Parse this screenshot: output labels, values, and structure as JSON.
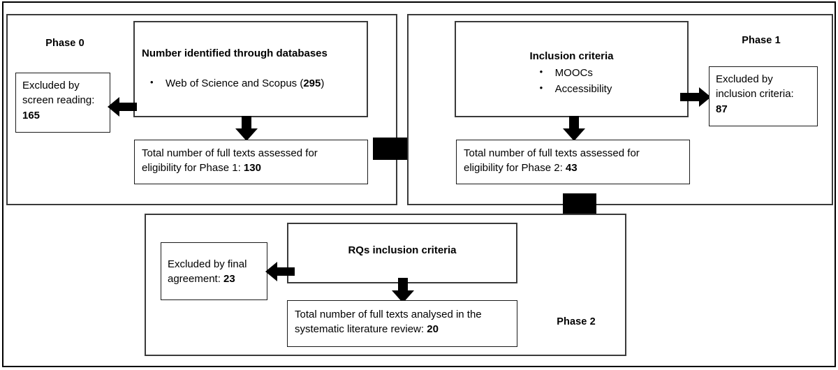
{
  "diagram": {
    "title": "Systematic literature review selection flow",
    "type": "flowchart",
    "stroke_color": "#000000",
    "box_border_color": "#3a3a3a",
    "background": "#ffffff"
  },
  "phases": {
    "phase0": {
      "label": "Phase 0",
      "identified_box": {
        "title": "Number identified through databases",
        "bullets": [
          {
            "text": "Web of Science and Scopus (",
            "count": "295",
            "suffix": ")"
          }
        ]
      },
      "excluded_box": {
        "line1": "Excluded by",
        "line2": "screen reading:",
        "count": "165"
      },
      "total_box": {
        "line1": "Total number of full texts assessed for",
        "line2_prefix": "eligibility for Phase 1: ",
        "count": "130"
      }
    },
    "phase1": {
      "label": "Phase 1",
      "criteria_box": {
        "title": "Inclusion criteria",
        "bullets": [
          "MOOCs",
          "Accessibility"
        ]
      },
      "excluded_box": {
        "line1": "Excluded by",
        "line2": "inclusion criteria:",
        "count": "87"
      },
      "total_box": {
        "line1": "Total number of full texts assessed for",
        "line2_prefix": "eligibility for Phase 2: ",
        "count": "43"
      }
    },
    "phase2": {
      "label": "Phase 2",
      "criteria_box": {
        "title": "RQs inclusion criteria"
      },
      "excluded_box": {
        "line1": "Excluded by final",
        "line2_prefix": "agreement: ",
        "count": "23"
      },
      "total_box": {
        "line1": "Total number of full texts analysed in the",
        "line2_prefix": "systematic literature review: ",
        "count": "20"
      }
    }
  },
  "arrows": {
    "phase0_excluded": "arrow-left-icon",
    "phase0_down": "arrow-down-icon",
    "phase0_to_phase1": "arrow-right-large-icon",
    "phase1_excluded": "arrow-right-icon",
    "phase1_down": "arrow-down-icon",
    "phase1_to_phase2": "arrow-down-large-icon",
    "phase2_excluded": "arrow-left-icon",
    "phase2_down": "arrow-down-icon"
  }
}
